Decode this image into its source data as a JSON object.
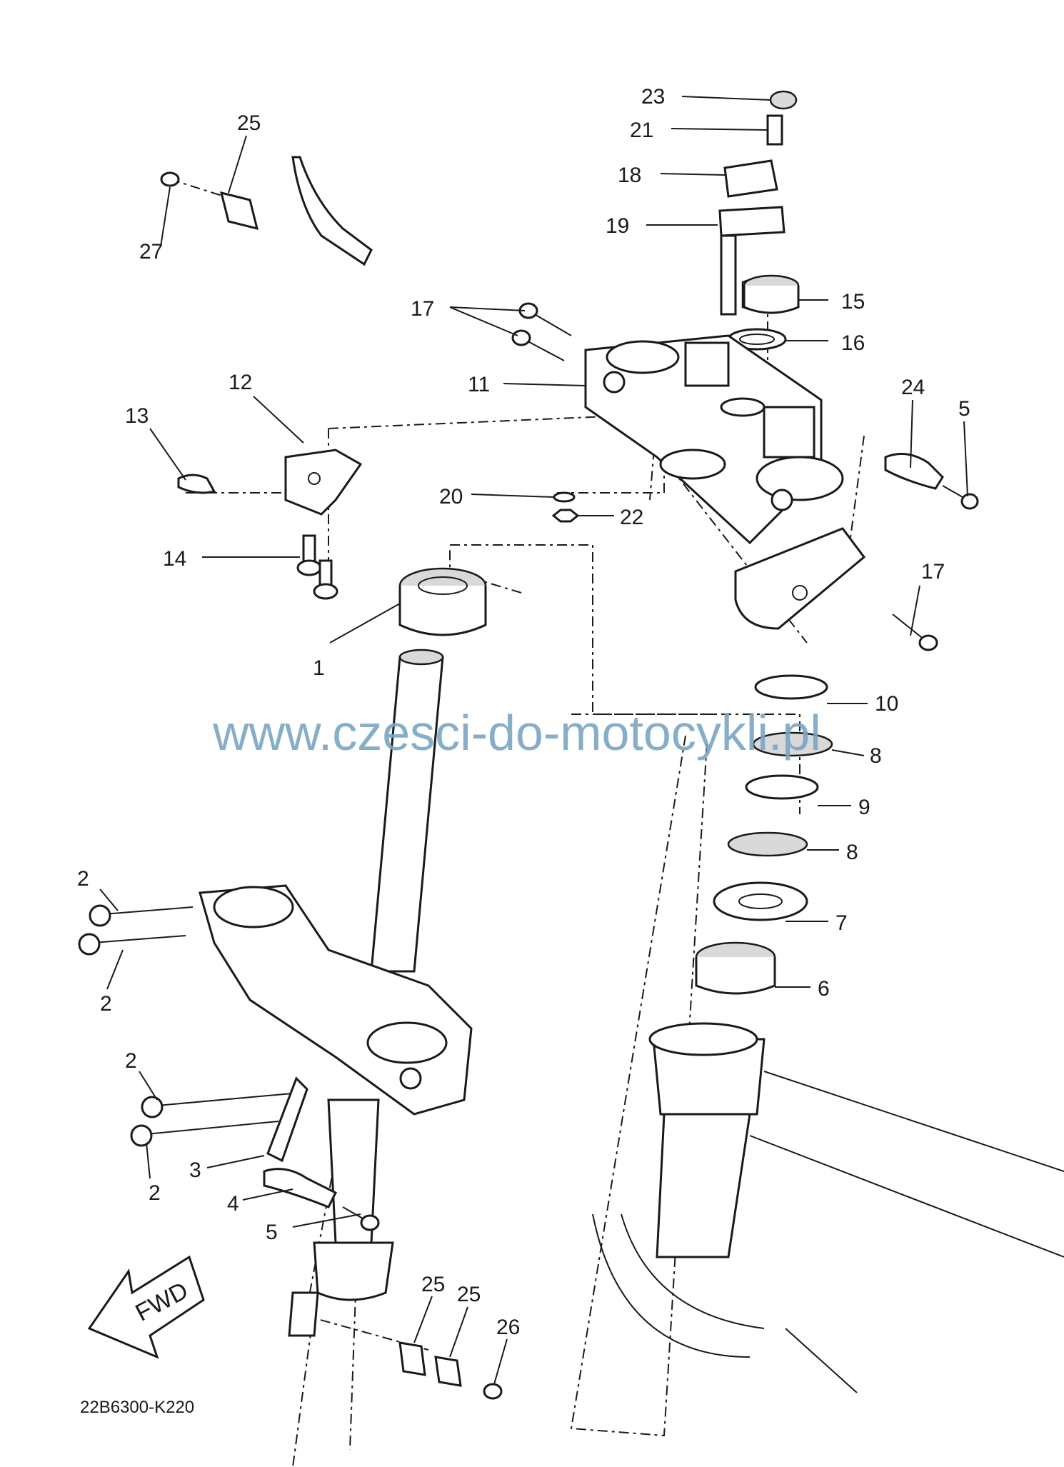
{
  "diagram_code": "22B6300-K220",
  "watermark": "www.czesci-do-motocykli.pl",
  "fwd_label": "FWD",
  "colors": {
    "line": "#1a1a1a",
    "part_fill": "#ffffff",
    "shade": "#d9d9d9",
    "watermark": "#7aa6c4"
  },
  "callouts": [
    {
      "id": "c23",
      "number": "23"
    },
    {
      "id": "c21",
      "number": "21"
    },
    {
      "id": "c18",
      "number": "18"
    },
    {
      "id": "c19",
      "number": "19"
    },
    {
      "id": "c15",
      "number": "15"
    },
    {
      "id": "c16",
      "number": "16"
    },
    {
      "id": "c17a",
      "number": "17"
    },
    {
      "id": "c11",
      "number": "11"
    },
    {
      "id": "c24",
      "number": "24"
    },
    {
      "id": "c5a",
      "number": "5"
    },
    {
      "id": "c25a",
      "number": "25"
    },
    {
      "id": "c27",
      "number": "27"
    },
    {
      "id": "c12",
      "number": "12"
    },
    {
      "id": "c13",
      "number": "13"
    },
    {
      "id": "c14",
      "number": "14"
    },
    {
      "id": "c20",
      "number": "20"
    },
    {
      "id": "c22",
      "number": "22"
    },
    {
      "id": "c17b",
      "number": "17"
    },
    {
      "id": "c1",
      "number": "1"
    },
    {
      "id": "c10",
      "number": "10"
    },
    {
      "id": "c8a",
      "number": "8"
    },
    {
      "id": "c9",
      "number": "9"
    },
    {
      "id": "c8b",
      "number": "8"
    },
    {
      "id": "c7",
      "number": "7"
    },
    {
      "id": "c6",
      "number": "6"
    },
    {
      "id": "c2a",
      "number": "2"
    },
    {
      "id": "c2b",
      "number": "2"
    },
    {
      "id": "c2c",
      "number": "2"
    },
    {
      "id": "c2d",
      "number": "2"
    },
    {
      "id": "c3",
      "number": "3"
    },
    {
      "id": "c4",
      "number": "4"
    },
    {
      "id": "c5b",
      "number": "5"
    },
    {
      "id": "c25b",
      "number": "25"
    },
    {
      "id": "c25c",
      "number": "25"
    },
    {
      "id": "c26",
      "number": "26"
    }
  ]
}
